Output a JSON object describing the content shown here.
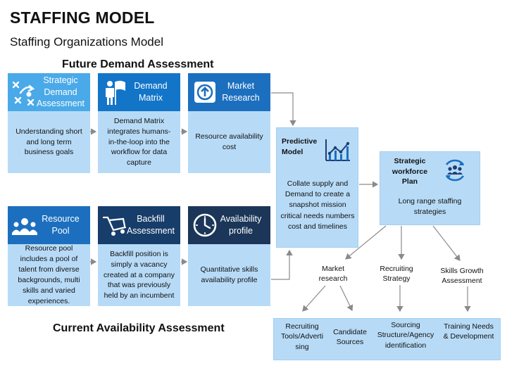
{
  "title": "STAFFING MODEL",
  "subtitle": "Staffing Organizations Model",
  "sections": {
    "future": "Future Demand Assessment",
    "current": "Current Availability Assessment"
  },
  "future_cards": [
    {
      "label": "Strategic Demand Assessment",
      "body": "Understanding short and long term business goals",
      "icon": "strategy-icon"
    },
    {
      "label": "Demand Matrix",
      "body": "Demand Matrix integrates humans-in-the-loop into the workflow for data capture",
      "icon": "businessman-flag-icon"
    },
    {
      "label": "Market Research",
      "body": "Resource availability cost",
      "icon": "growth-arrow-icon"
    }
  ],
  "current_cards": [
    {
      "label": "Resource Pool",
      "body": "Resource pool includes a pool of talent from diverse backgrounds, multi skills and varied experiences.",
      "icon": "people-group-icon"
    },
    {
      "label": "Backfill Assessment",
      "body": "Backfill position is simply a vacancy created at a company that was previously held by an incumbent",
      "icon": "backfill-cart-icon"
    },
    {
      "label": "Availability profile",
      "body": "Quantitative skills availability profile",
      "icon": "clock-icon"
    }
  ],
  "predictive": {
    "title_line1": "Predictive",
    "title_line2": "Model",
    "body": "Collate supply and Demand to create a snapshot mission critical needs numbers cost and timelines",
    "icon": "chart-icon"
  },
  "strategic": {
    "title_line1": "Strategic",
    "title_line2": "workforce",
    "title_line3": "Plan",
    "body": "Long range staffing strategies",
    "icon": "team-cycle-icon"
  },
  "branches": {
    "market_research": "Market research",
    "recruiting_strategy": "Recruiting Strategy",
    "skills_growth": "Skills Growth Assessment"
  },
  "leaves": {
    "recruiting_tools": "Recruiting Tools/Adverti sing",
    "candidate_sources": "Candidate Sources",
    "sourcing": "Sourcing Structure/Agency identification",
    "training": "Training Needs & Development"
  }
}
